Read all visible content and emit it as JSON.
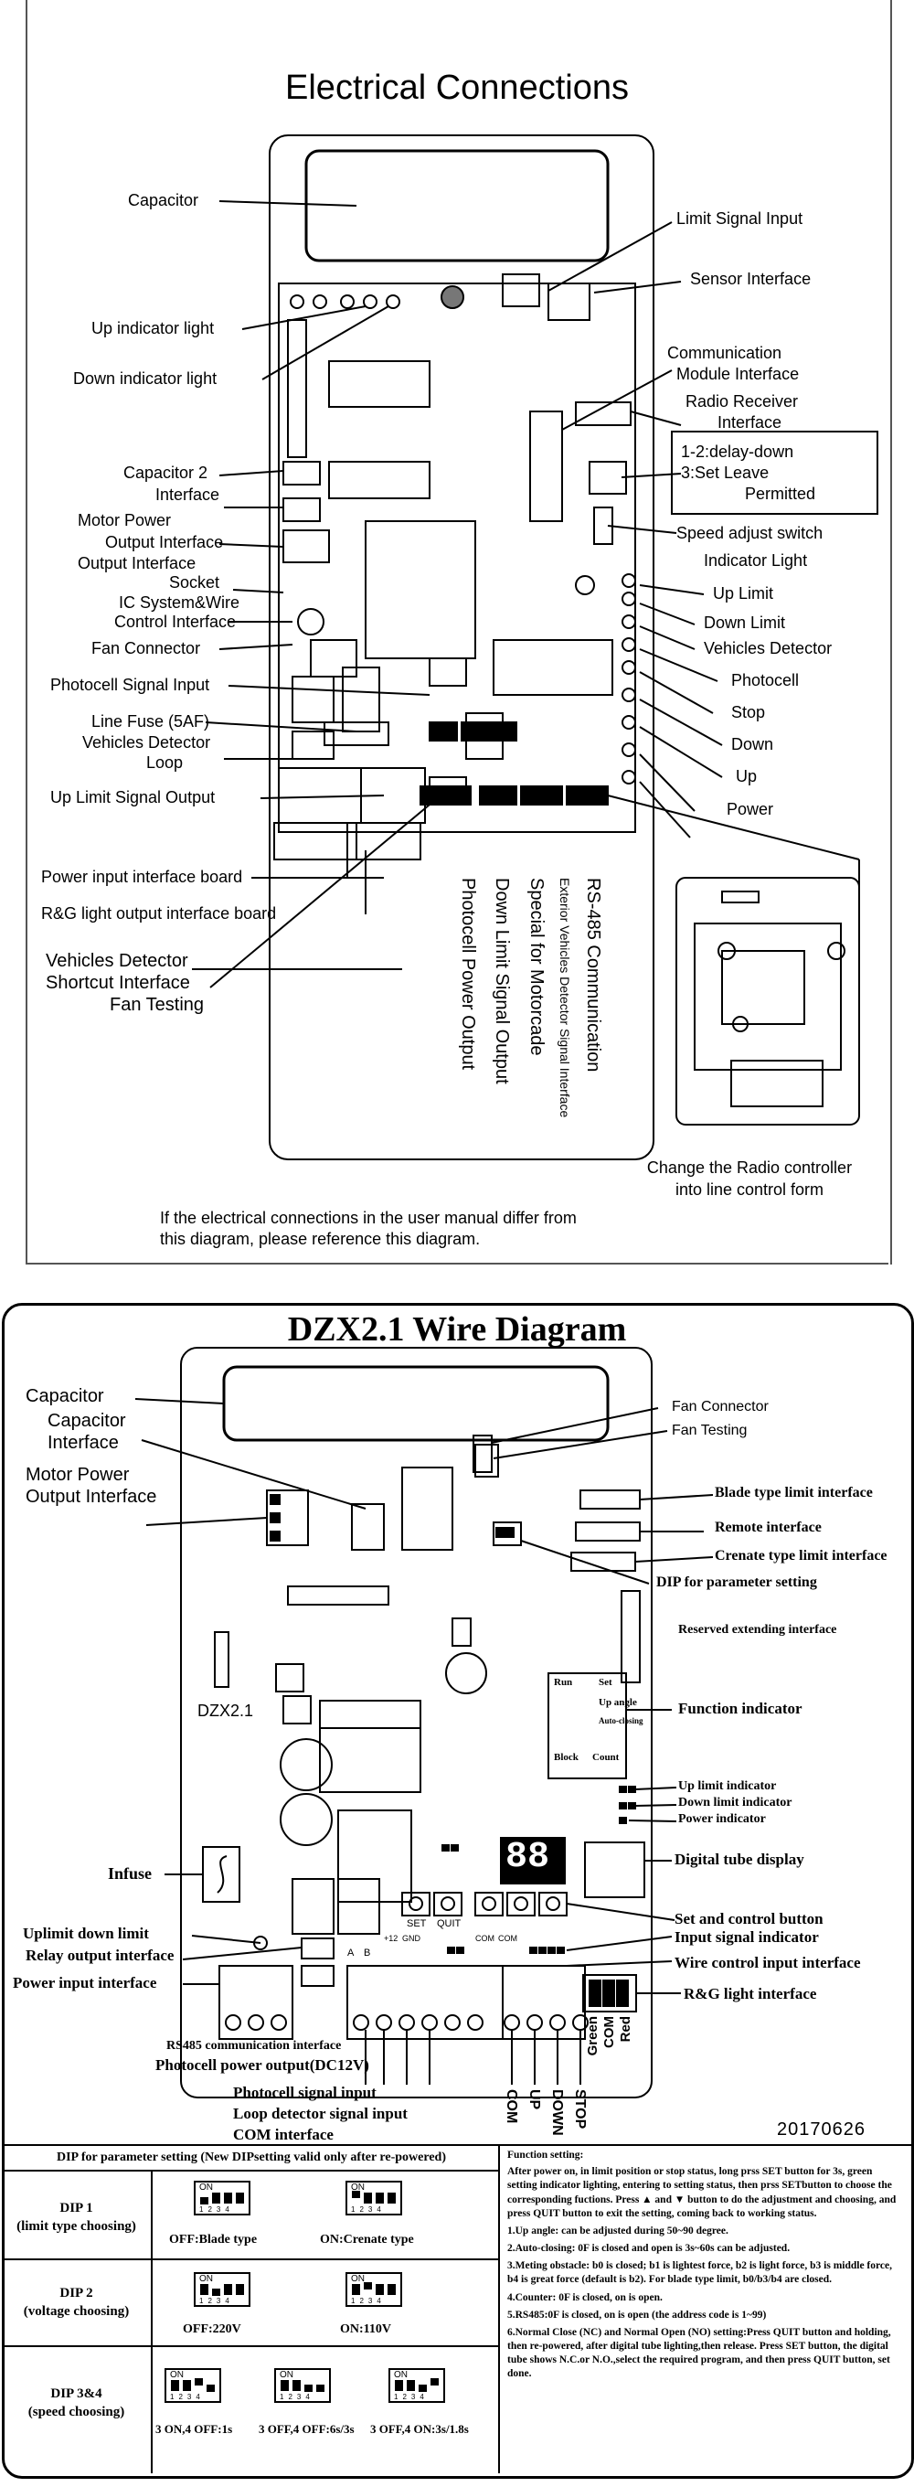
{
  "top": {
    "title": "Electrical Connections",
    "labels_left": [
      "Capacitor",
      "Up indicator light",
      "Down indicator light",
      "Capacitor 2",
      "Interface",
      "Motor Power",
      "Output Interface",
      "Output Interface",
      "Socket",
      "IC System&Wire",
      "Control Interface",
      "Fan Connector",
      "Photocell Signal Input",
      "Line Fuse (5AF)",
      "Vehicles Detector",
      "Loop",
      "Up Limit Signal Output",
      "Power input interface board",
      "R&G light output interface board",
      "Vehicles Detector",
      "Shortcut Interface",
      "Fan Testing"
    ],
    "labels_right": [
      "Limit Signal Input",
      "Sensor Interface",
      "Communication",
      "Module Interface",
      "Radio Receiver",
      "Interface",
      "1-2:delay-down",
      "3:Set Leave",
      "Permitted",
      "Speed adjust switch",
      "Indicator Light",
      "Up Limit",
      "Down Limit",
      "Vehicles Detector",
      "Photocell",
      "Stop",
      "Down",
      "Up",
      "Power"
    ],
    "vertical_labels": [
      "Photocell Power Output",
      "Down Limit Signal Output",
      "Special for Motorcade",
      "Exterior Vehicles Detector Signal Interface",
      "RS-485 Communication"
    ],
    "radio_caption": [
      "Change the Radio controller",
      "into line control form"
    ],
    "footnote": [
      "If the electrical connections in the user manual differ from",
      "this diagram, please reference this diagram."
    ]
  },
  "bottom": {
    "title": "DZX2.1 Wire Diagram",
    "board_label": "DZX2.1",
    "left_labels": [
      "Capacitor",
      "Capacitor",
      "Interface",
      "Motor Power",
      "Output Interface",
      "Infuse",
      "Uplimit down limit",
      "Relay output interface",
      "Power input interface",
      "RS485 communication interface",
      "Photocell power output(DC12V)",
      "Photocell signal input",
      "Loop detector signal input",
      "COM interface"
    ],
    "right_labels": [
      "Fan Connector",
      "Fan Testing",
      "Blade type limit interface",
      "Remote interface",
      "Crenate type limit interface",
      "DIP for parameter setting",
      "Reserved extending interface",
      "Function indicator",
      "Up limit indicator",
      "Down limit indicator",
      "Power indicator",
      "Digital tube display",
      "Set and control button",
      "Input signal indicator",
      "Wire control input interface",
      "R&G light interface"
    ],
    "func_panel": [
      "Run",
      "Set",
      "Up angle",
      "Auto-closing",
      "Block",
      "Count"
    ],
    "board_text": [
      "SET",
      "QUIT",
      "COM",
      "COM",
      "A",
      "B",
      "+12",
      "GND"
    ],
    "digit": "88",
    "vertical_bottom": [
      "COM",
      "UP",
      "DOWN",
      "STOP"
    ],
    "vertical_rg": [
      "Green",
      "COM",
      "Red"
    ],
    "date": "20170626"
  },
  "table": {
    "header": "DIP for parameter setting (New DIPsetting valid only after re-powered)",
    "rows": [
      {
        "name": "DIP 1",
        "sub": "(limit type choosing)",
        "opts": [
          "OFF:Blade type",
          "ON:Crenate type"
        ]
      },
      {
        "name": "DIP 2",
        "sub": "(voltage choosing)",
        "opts": [
          "OFF:220V",
          "ON:110V"
        ]
      },
      {
        "name": "DIP 3&4",
        "sub": "(speed choosing)",
        "opts": [
          "3 ON,4 OFF:1s",
          "3 OFF,4 OFF:6s/3s",
          "3 OFF,4 ON:3s/1.8s"
        ]
      }
    ],
    "dip_on": "ON",
    "dip_nums": "1234",
    "func_title": "Function setting:",
    "func_paras": [
      "After power on, in limit position or stop status, long prss SET button for 3s, green setting indicator lighting, entering to setting status, then prss SETbutton to choose the corresponding fuctions. Press ▲ and ▼ button to do the adjustment and choosing, and press QUIT button to exit the setting, coming back to working status.",
      "1.Up angle: can be adjusted during 50~90 degree.",
      "2.Auto-closing: 0F is closed and open is 3s~60s can be adjusted.",
      "3.Meting obstacle: b0 is closed; b1 is lightest force, b2 is light force, b3 is middle force, b4 is great force (default is b2). For blade type limit, b0/b3/b4 are closed.",
      "4.Counter: 0F is closed, on is open.",
      "5.RS485:0F is closed, on is open (the address code is 1~99)",
      "6.Normal Close (NC) and Normal Open (NO) setting:Press QUIT button and holding, then re-powered, after digital tube lighting,then release. Press SET button, the digital tube shows N.C.or N.O.,select the required program, and then press QUIT button, set done."
    ]
  }
}
